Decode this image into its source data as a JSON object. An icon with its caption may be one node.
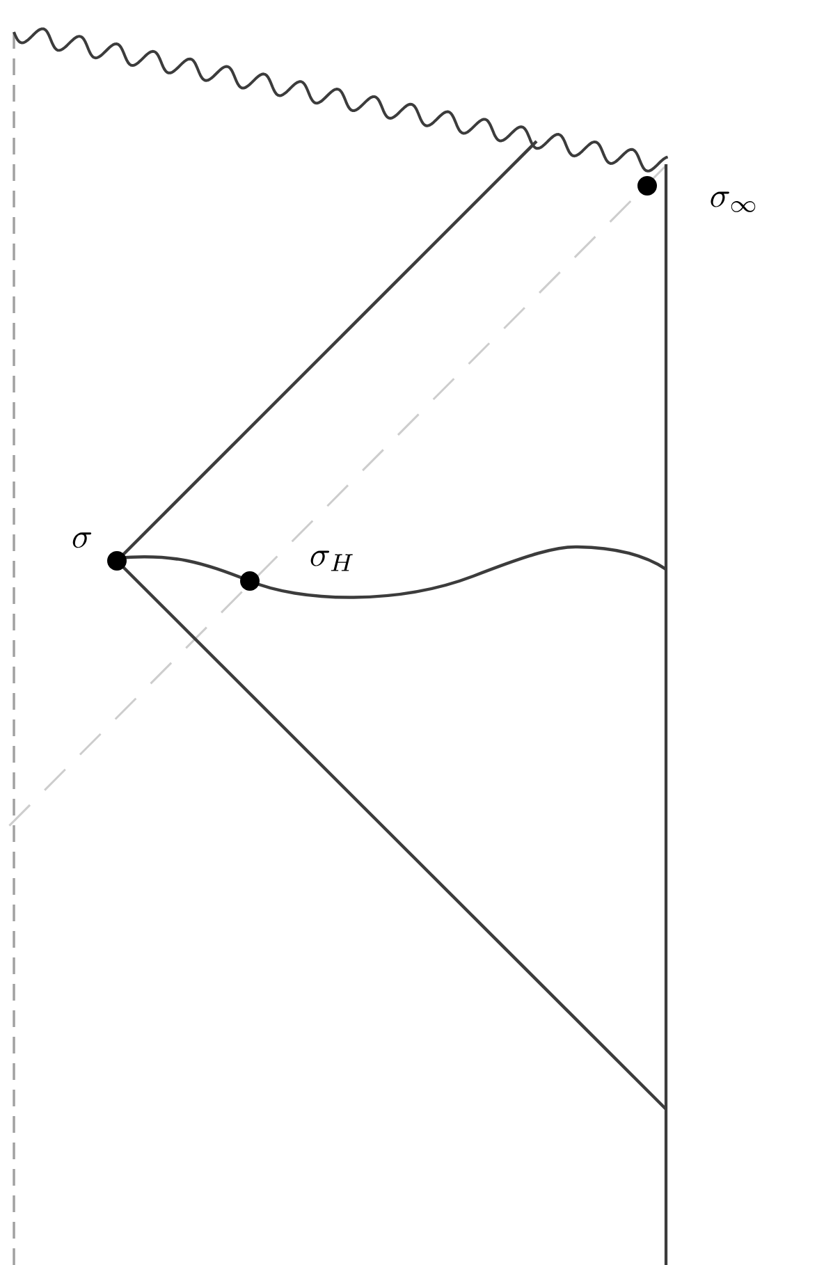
{
  "diagram": {
    "labels": [
      "\\sigma_\\infty",
      "\\sigma",
      "\\sigma_H"
    ]
  }
}
